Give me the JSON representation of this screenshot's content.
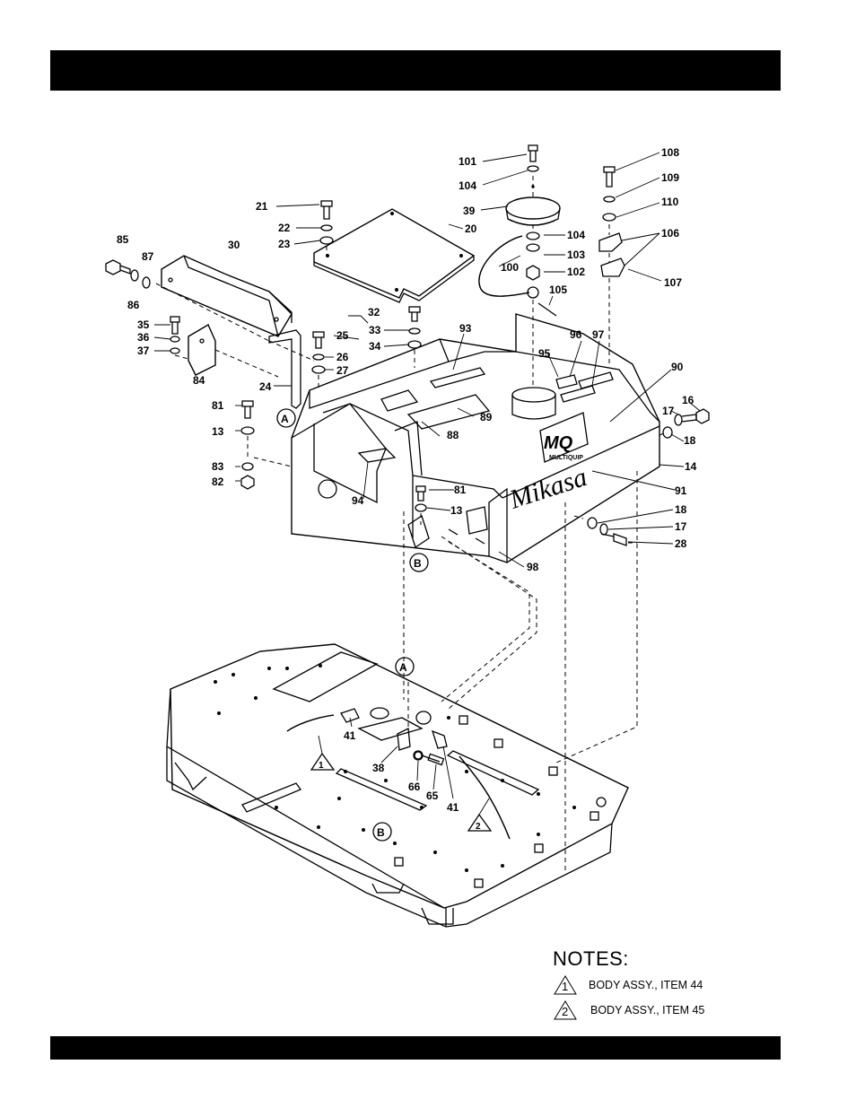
{
  "diagram": {
    "callouts": [
      "101",
      "104",
      "39",
      "20",
      "21",
      "22",
      "23",
      "100",
      "104",
      "103",
      "102",
      "105",
      "108",
      "109",
      "110",
      "106",
      "107",
      "85",
      "87",
      "86",
      "30",
      "32",
      "33",
      "34",
      "25",
      "26",
      "27",
      "24",
      "35",
      "36",
      "37",
      "84",
      "93",
      "96",
      "97",
      "95",
      "90",
      "16",
      "17",
      "18",
      "81",
      "13",
      "83",
      "82",
      "89",
      "88",
      "94",
      "81",
      "13",
      "14",
      "91",
      "18",
      "17",
      "28",
      "98",
      "41",
      "38",
      "66",
      "65",
      "41"
    ],
    "reference_letters": [
      "A",
      "B",
      "A",
      "B"
    ],
    "note_markers": [
      "1",
      "2"
    ],
    "logo_text": [
      "MQ",
      "MULTIQUIP",
      "Mikasa"
    ]
  },
  "notes": {
    "title": "NOTES:",
    "items": [
      {
        "marker": "1",
        "text": "BODY ASSY., ITEM 44"
      },
      {
        "marker": "2",
        "text": "BODY ASSY., ITEM 45"
      }
    ]
  }
}
